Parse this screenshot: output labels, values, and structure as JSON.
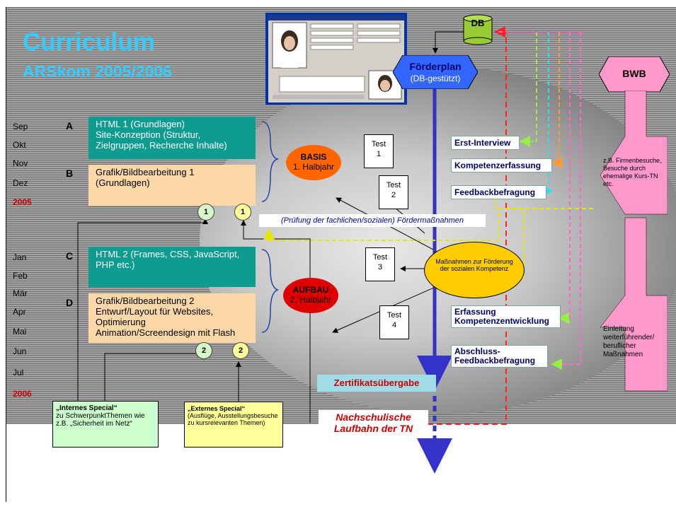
{
  "title": "Curriculum",
  "subtitle": "ARSkom 2005/2006",
  "months_h1": [
    "Sep",
    "Okt",
    "Nov",
    "Dez"
  ],
  "year1": "2005",
  "months_h2": [
    "Jan",
    "Feb",
    "Mär",
    "Apr",
    "Mai",
    "Jun",
    "Jul"
  ],
  "year2": "2006",
  "sections": {
    "a": {
      "letter": "A",
      "lines": [
        "HTML 1 (Grundlagen)",
        "Site-Konzeption (Struktur,",
        "Zielgruppen, Recherche Inhalte)"
      ]
    },
    "b": {
      "letter": "B",
      "lines": [
        "Grafik/Bildbearbeitung 1",
        "(Grundlagen)"
      ]
    },
    "c": {
      "letter": "C",
      "lines": [
        "HTML 2 (Frames, CSS, JavaScript,",
        "PHP etc.)"
      ]
    },
    "d": {
      "letter": "D",
      "lines": [
        "Grafik/Bildbearbeitung 2",
        "Entwurf/Layout für Websites,",
        "Optimierung",
        "Animation/Screendesign mit Flash"
      ]
    }
  },
  "badges": {
    "one": "1",
    "two": "2"
  },
  "basis": {
    "title": "BASIS",
    "sub": "1. Halbjahr"
  },
  "aufbau": {
    "title": "AUFBAU",
    "sub": "2. Halbjahr"
  },
  "tests": [
    {
      "label": "Test",
      "num": "1"
    },
    {
      "label": "Test",
      "num": "2"
    },
    {
      "label": "Test",
      "num": "3"
    },
    {
      "label": "Test",
      "num": "4"
    }
  ],
  "pruefung": "(Prüfung der fachlichen/sozialen) Fördermaßnahmen",
  "massnahmen": "Maßnahmen zur Förderung der sozialen Kompetenz",
  "db": "DB",
  "foerderplan": {
    "title": "Förderplan",
    "sub": "(DB-gestützt)"
  },
  "right_boxes": [
    "Erst-Interview",
    "Kompetenzerfassung",
    "Feedbackbefragung",
    "Erfassung Kompetenzentwicklung",
    "Abschluss-Feedbackbefragung"
  ],
  "bwb": "BWB",
  "pink_top": "z.B. Firmenbesuche, Besuche durch ehemalige Kurs-TN etc.",
  "pink_bottom": "Einleitung weiterführender/ beruflicher Maßnahmen",
  "zertifikat": "Zertifikatsübergabe",
  "nachschulisch": {
    "line1": "Nachschulische",
    "line2": "Laufbahn der TN"
  },
  "internes": {
    "title": "„Internes Special“",
    "text": "zu SchwerpunktThemen wie z.B. „Sicherheit im Netz“"
  },
  "externes": {
    "title": "„Externes Special“",
    "text": "(Ausflüge, Ausstellungsbesuche zu kursrelevanten Themen)"
  }
}
